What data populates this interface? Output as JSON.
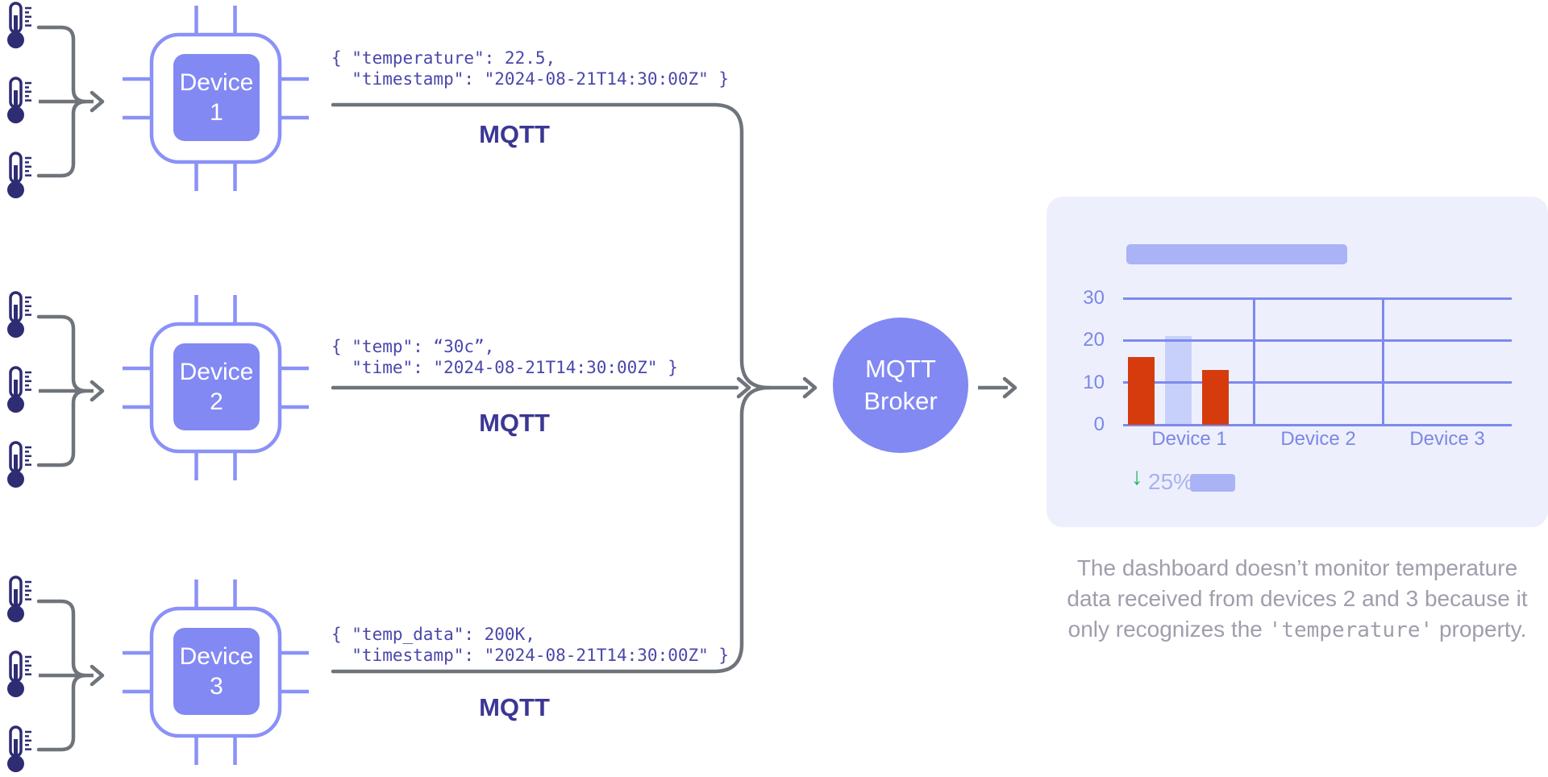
{
  "devices": [
    {
      "label": "Device 1",
      "protocol_label": "MQTT",
      "payload": "{ \"temperature\": 22.5,\n  \"timestamp\": \"2024-08-21T14:30:00Z\" }"
    },
    {
      "label": "Device 2",
      "protocol_label": "MQTT",
      "payload": "{ \"temp\": “30c”,\n  \"time\": \"2024-08-21T14:30:00Z\" }"
    },
    {
      "label": "Device 3",
      "protocol_label": "MQTT",
      "payload": "{ \"temp_data\": 200K,\n  \"timestamp\": \"2024-08-21T14:30:00Z\" }"
    }
  ],
  "broker": {
    "line1": "MQTT",
    "line2": "Broker"
  },
  "dashboard": {
    "trend": {
      "value": "25%",
      "direction": "down",
      "arrow_glyph": "↓"
    },
    "chart_data": {
      "type": "bar",
      "categories": [
        "Device 1",
        "Device 2",
        "Device 3"
      ],
      "yticks": [
        30,
        20,
        10,
        0
      ],
      "ylim": [
        0,
        30
      ],
      "grid": true,
      "legend": "none",
      "bars": [
        {
          "category": "Device 1",
          "value": 16,
          "color": "#d63b0e",
          "style": "solid"
        },
        {
          "category": "Device 1",
          "value": 21,
          "color": "#c7d0fa",
          "style": "ghost"
        },
        {
          "category": "Device 1",
          "value": 13,
          "color": "#d63b0e",
          "style": "solid"
        }
      ]
    }
  },
  "caption": {
    "line1": "The dashboard doesn’t monitor temperature",
    "line2": "data received from devices 2 and 3 because it",
    "line3_pre": "only recognizes the ",
    "line3_code": "'temperature'",
    "line3_post": " property."
  },
  "colors": {
    "chip_stroke": "#8a91f7",
    "chip_fill": "#8289f3",
    "broker_fill": "#8289f3",
    "code_text": "#4a47ab",
    "mqtt_label": "#3b3794",
    "connector_gray": "#6f747b",
    "thermometer": "#2e2c72",
    "card_bg": "#edf0fc",
    "grid": "#7e89ee",
    "axis_label": "#7b87e8",
    "bar_red": "#d63b0e",
    "bar_ghost": "#c7d0fa",
    "placeholder_bar": "#a9b3f6",
    "trend_text": "#a8b1f0",
    "trend_green": "#25b25b",
    "caption_text": "#a19dad"
  }
}
